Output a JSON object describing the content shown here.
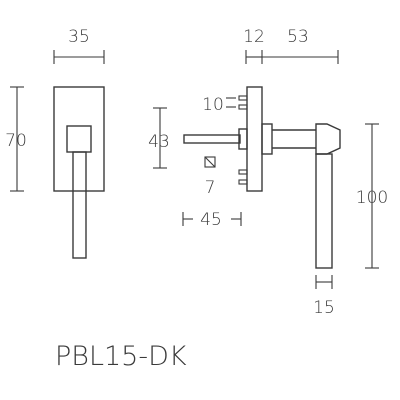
{
  "drawing": {
    "front_view": {
      "width_label": "35",
      "height_label": "70"
    },
    "side_view": {
      "rose_thickness_label": "12",
      "projection_label": "53",
      "screw_label": "10",
      "spindle_height_label": "43",
      "spindle_size_label": "7",
      "spindle_length_label": "45",
      "lever_length_label": "100",
      "lever_width_label": "15"
    },
    "product_code": "PBL15-DK"
  }
}
